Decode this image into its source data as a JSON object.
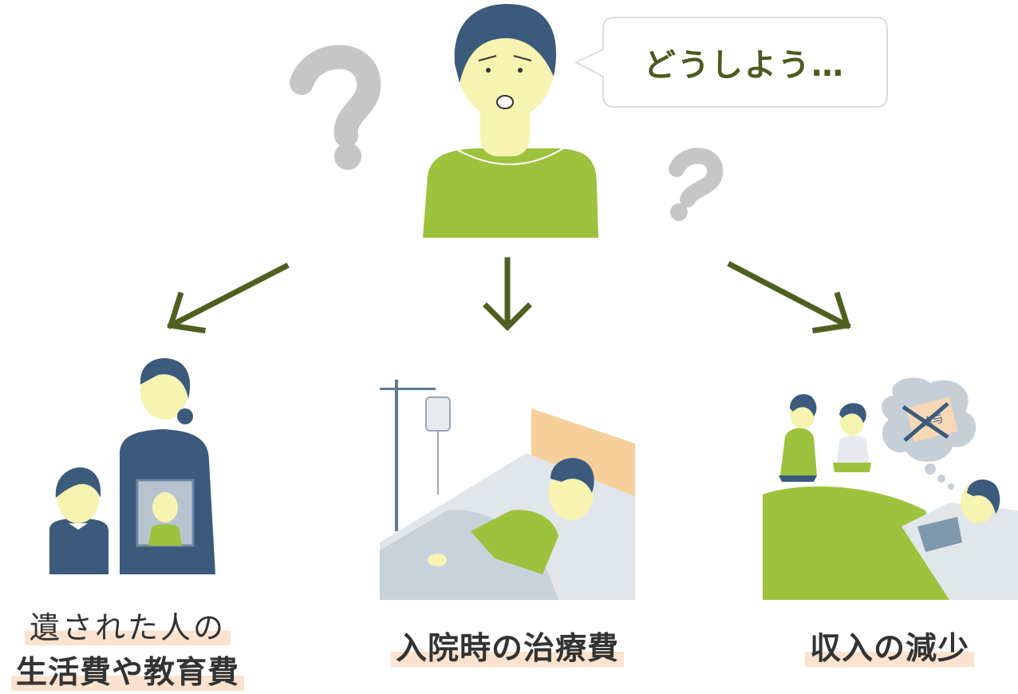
{
  "speech": {
    "text": "どうしよう…"
  },
  "outcomes": [
    {
      "line1": "遺された人の",
      "line2": "生活費や教育費"
    },
    {
      "line1": "入院時の治療費"
    },
    {
      "line1": "収入の減少"
    }
  ],
  "salary_note": {
    "text": "給与"
  },
  "colors": {
    "accent_green": "#9dc23e",
    "arrow_green": "#4e6020",
    "navy": "#3c5a7c",
    "question_gray": "#c6c6c6",
    "highlight": "#fbe3cf",
    "bed_gray": "#c8d2da"
  },
  "icons": [
    "question-mark-icon",
    "arrow-down-left-icon",
    "arrow-down-icon",
    "arrow-down-right-icon"
  ]
}
